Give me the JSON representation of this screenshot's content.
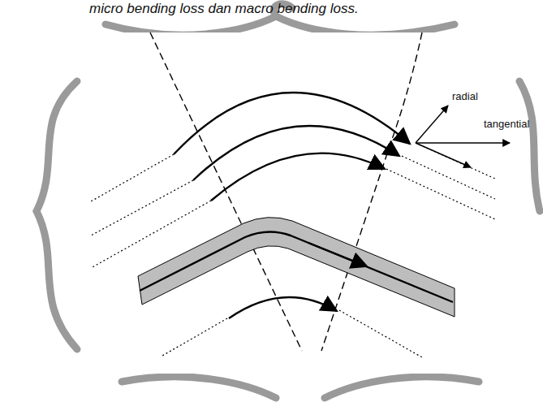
{
  "diagram": {
    "labels": [
      "micro bending loss dan macro bending loss.",
      "radial",
      "tangential"
    ]
  }
}
